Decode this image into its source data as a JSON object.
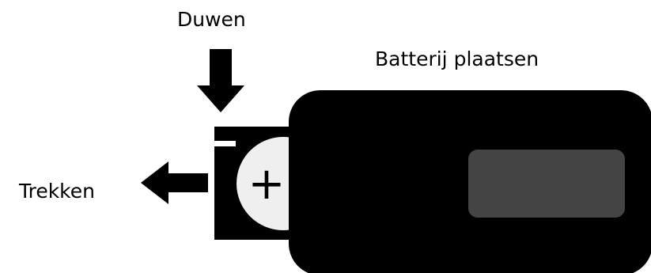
{
  "labels": {
    "push": "Duwen",
    "pull": "Trekken",
    "title": "Batterij plaatsen"
  },
  "battery_symbol": "+",
  "icons": {
    "push_arrow": "arrow-down-icon",
    "pull_arrow": "arrow-left-icon"
  },
  "colors": {
    "device_body": "#000000",
    "display_window": "#444444",
    "coin_cell": "#efefef",
    "background": "#ffffff"
  }
}
